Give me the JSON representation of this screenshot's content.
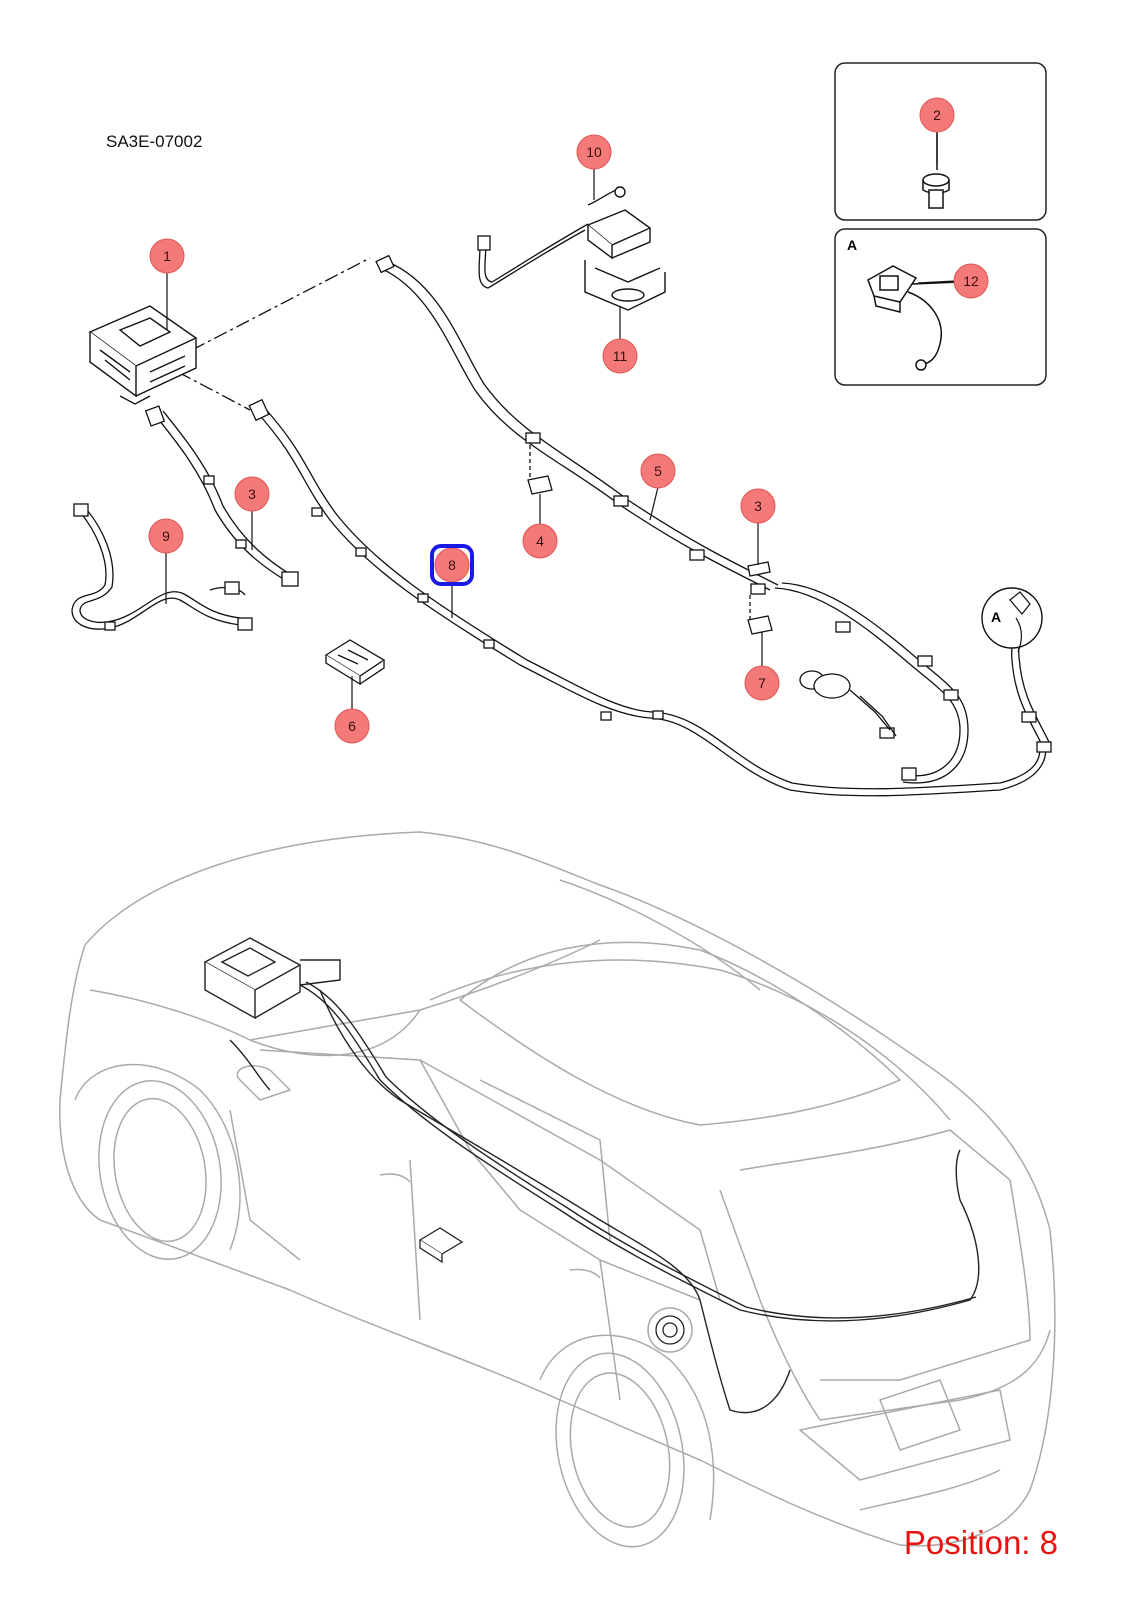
{
  "diagram": {
    "code": "SA3E-07002",
    "position_label": "Position: 8",
    "inset_letter": "A",
    "callout_fill": "#f47a7a",
    "highlight_color": "#1a1ae6",
    "selected": "8",
    "callouts": [
      "1",
      "2",
      "3",
      "3",
      "4",
      "5",
      "6",
      "7",
      "8",
      "9",
      "10",
      "11",
      "12"
    ],
    "parts": {
      "inverter": "module-icon",
      "charger": "charger-icon",
      "bolt": "bolt-icon",
      "sensor": "sensor-icon",
      "vehicle": "suv-outline"
    }
  }
}
